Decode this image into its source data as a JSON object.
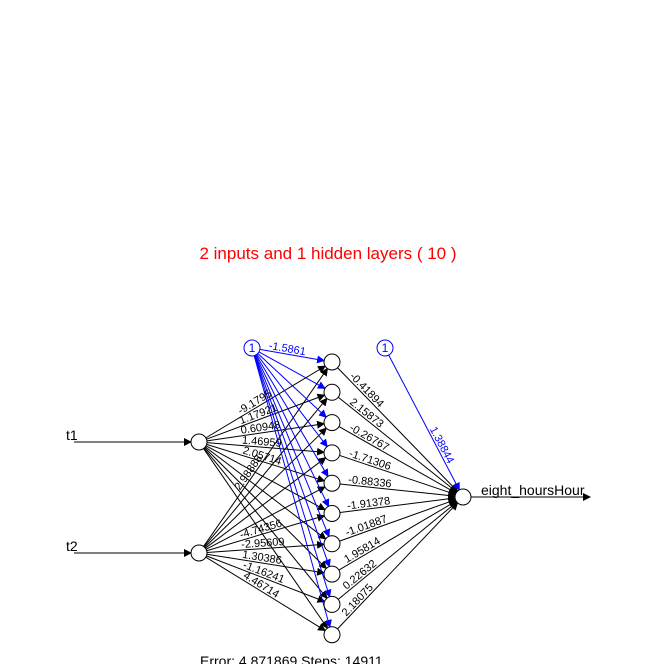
{
  "title": "2 inputs and 1 hidden layers ( 10 )",
  "footer": "Error: 4.871869   Steps: 14911",
  "inputs": [
    "t1",
    "t2"
  ],
  "output": "eight_hoursHour",
  "bias_label": "1",
  "weights": {
    "t1_hidden": [
      "-9.1795",
      "1.17921",
      "0.60948",
      "1.46959",
      "2.05714",
      "",
      "",
      "",
      "",
      ""
    ],
    "t2_hidden": [
      "2.98888",
      "",
      "",
      "",
      "",
      "-4.74356",
      "-2.95609",
      "1.30386",
      "-1.16241",
      "4.46714"
    ],
    "hidden_output": [
      "-0.41894",
      "2.15873",
      "-0.26767",
      "-1.71306",
      "-0.88336",
      "-1.91378",
      "-1.01887",
      "1.95814",
      "0.22632",
      "2.18075"
    ],
    "bias_output": "1.38844",
    "bias_hidden_first": "-1.5861"
  }
}
